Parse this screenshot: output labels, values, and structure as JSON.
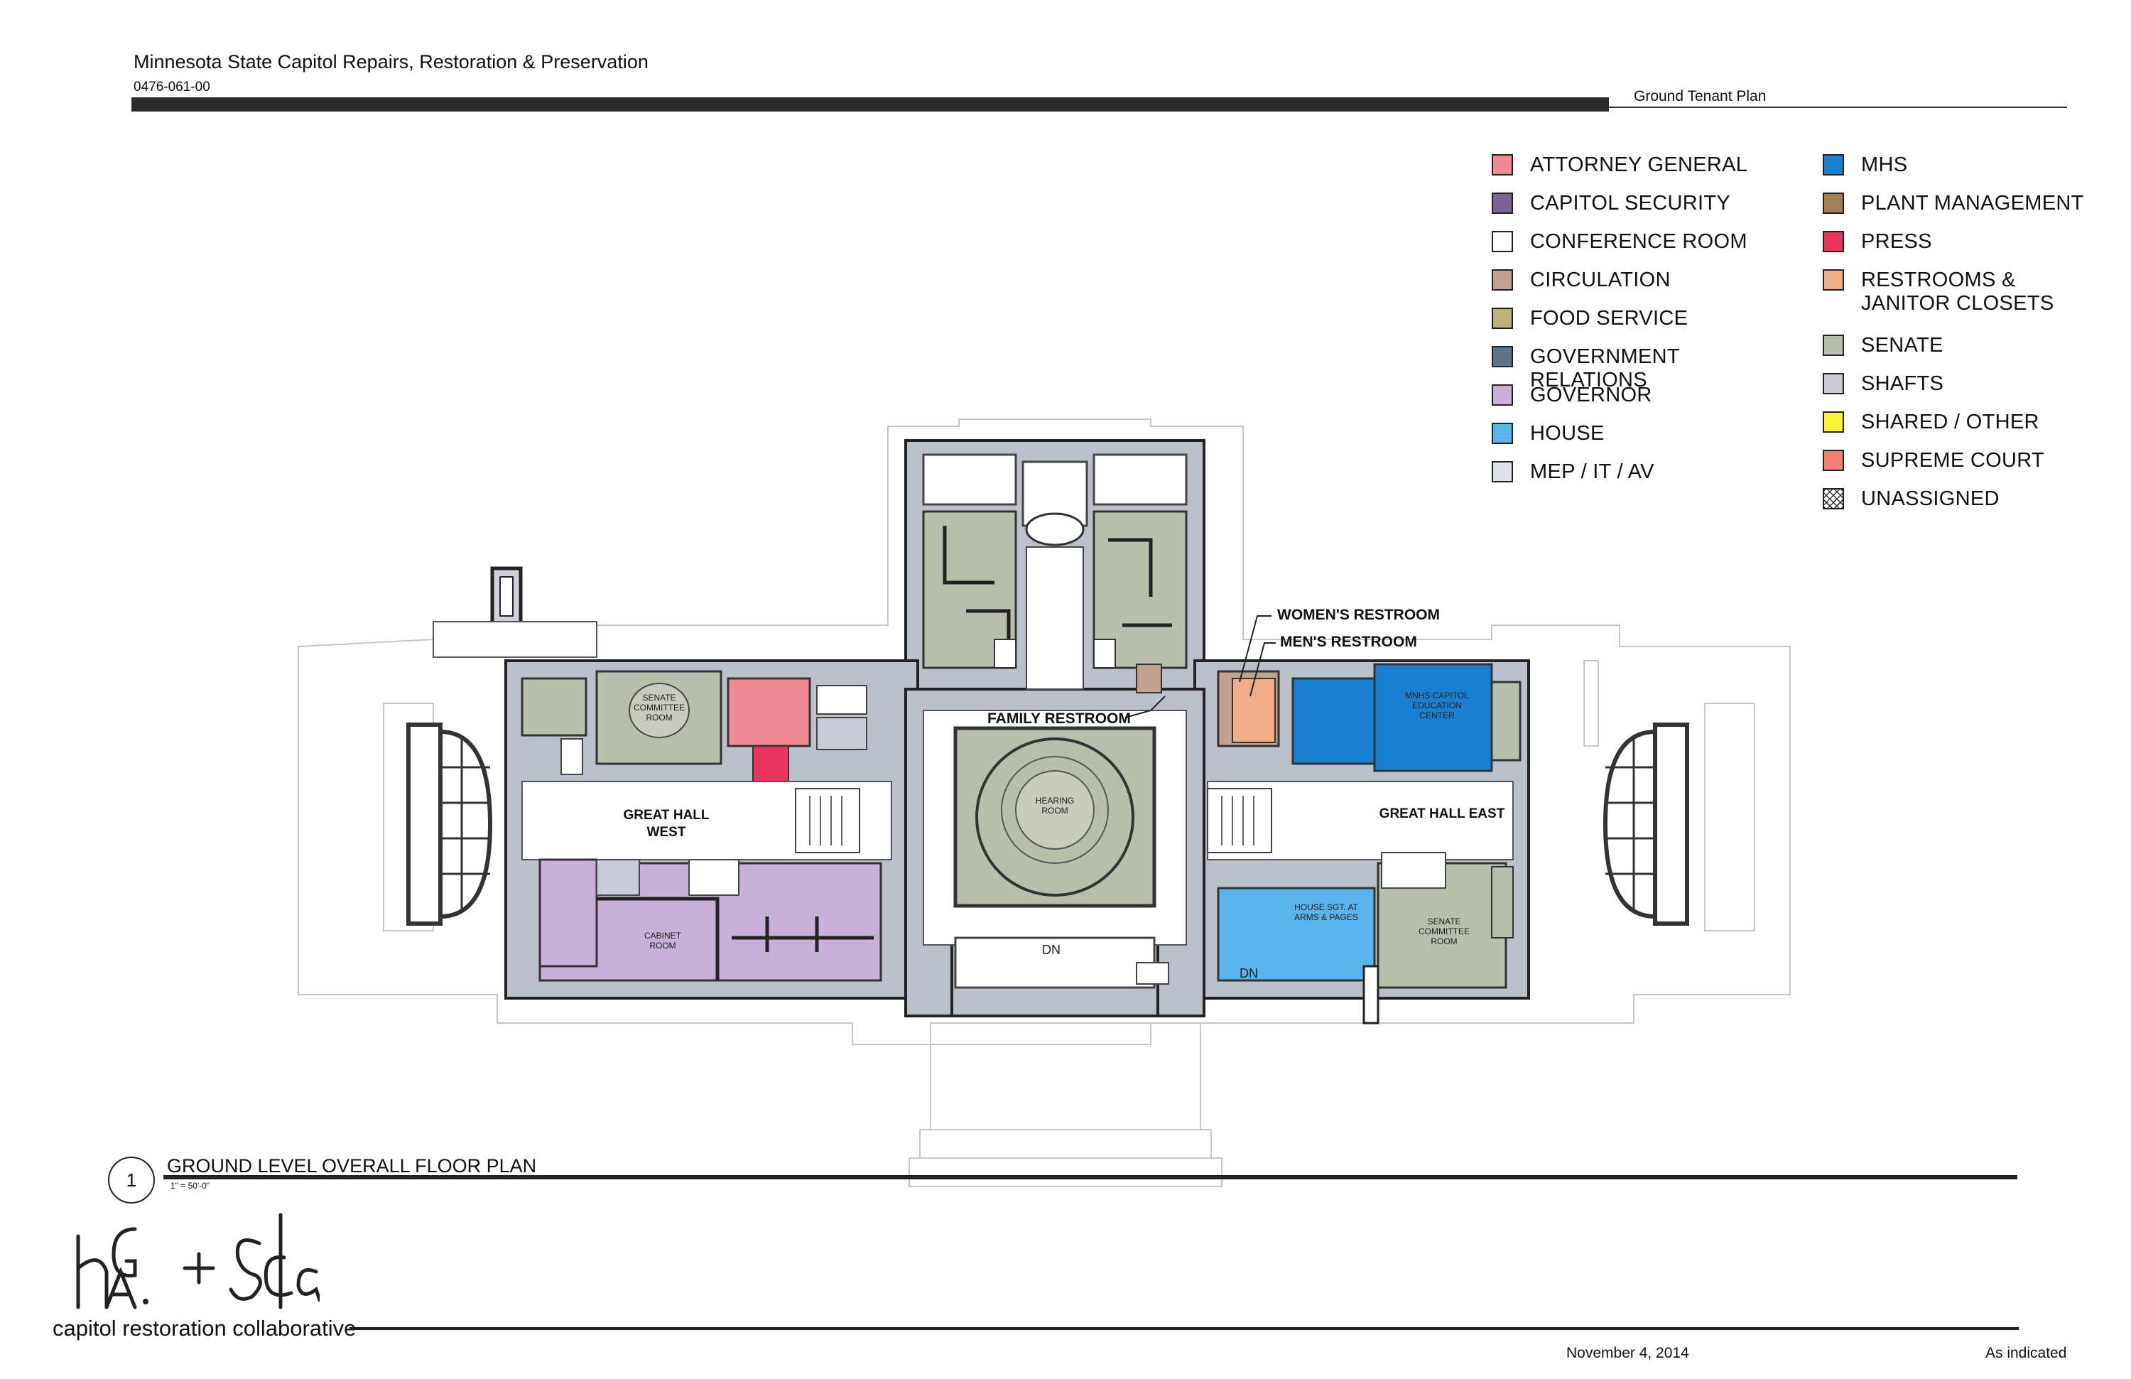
{
  "header": {
    "title": "Minnesota State Capitol Repairs, Restoration & Preservation",
    "project_number": "0476-061-00",
    "sheet_name": "Ground Tenant Plan"
  },
  "legend": {
    "left": [
      {
        "label": "ATTORNEY GENERAL",
        "color": "#f08a94"
      },
      {
        "label": "CAPITOL SECURITY",
        "color": "#7a6491"
      },
      {
        "label": "CONFERENCE ROOM",
        "color": "#ffffff"
      },
      {
        "label": "CIRCULATION",
        "color": "#c4a291"
      },
      {
        "label": "FOOD SERVICE",
        "color": "#b9b27d"
      },
      {
        "label": "GOVERNMENT RELATIONS",
        "color": "#5f7489"
      },
      {
        "label": "GOVERNOR",
        "color": "#c8b0d8"
      },
      {
        "label": "HOUSE",
        "color": "#5ab3ea"
      },
      {
        "label": "MEP / IT / AV",
        "color": "#dfe2e8"
      }
    ],
    "right": [
      {
        "label": "MHS",
        "color": "#1a7fd0"
      },
      {
        "label": "PLANT MANAGEMENT",
        "color": "#a57f55"
      },
      {
        "label": "PRESS",
        "color": "#e8375f"
      },
      {
        "label": "RESTROOMS & JANITOR CLOSETS",
        "color": "#f0ad8a"
      },
      {
        "label": "SENATE",
        "color": "#b8bfae"
      },
      {
        "label": "SHAFTS",
        "color": "#c9ccd6"
      },
      {
        "label": "SHARED / OTHER",
        "color": "#fff03a"
      },
      {
        "label": "SUPREME COURT",
        "color": "#f08072"
      },
      {
        "label": "UNASSIGNED",
        "color": "#ffffff"
      }
    ]
  },
  "plan": {
    "rooms": {
      "senate_committee_west": "SENATE COMMITTEE ROOM",
      "hearing_room": "HEARING ROOM",
      "mhs_center": "MNHS CAPITOL EDUCATION CENTER",
      "cabinet_room": "CABINET ROOM",
      "house_sgt": "HOUSE SGT. AT ARMS & PAGES",
      "senate_committee_east": "SENATE COMMITTEE ROOM"
    },
    "halls": {
      "west": "GREAT HALL WEST",
      "east": "GREAT HALL EAST"
    },
    "callouts": {
      "womens": "WOMEN'S RESTROOM",
      "mens": "MEN'S RESTROOM",
      "family": "FAMILY RESTROOM"
    },
    "stairs_dn_1": "DN",
    "stairs_dn_2": "DN"
  },
  "drawing_title": {
    "number": "1",
    "title": "GROUND LEVEL OVERALL FLOOR PLAN",
    "scale": "1\" = 50'-0\""
  },
  "footer": {
    "collaborative": "capitol restoration collaborative",
    "date": "November 4, 2014",
    "scale": "As indicated"
  }
}
